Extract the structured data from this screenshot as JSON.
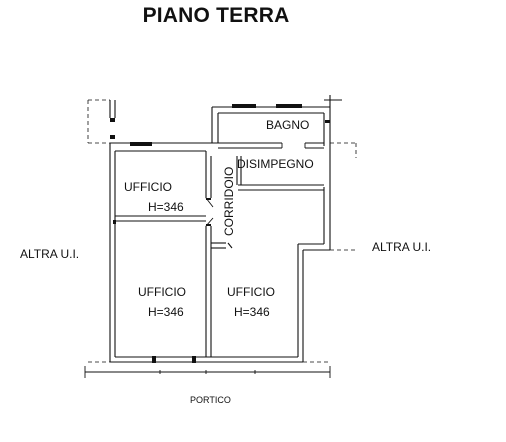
{
  "plan": {
    "title": "PIANO TERRA",
    "rooms": [
      {
        "id": "bagno",
        "label": "BAGNO"
      },
      {
        "id": "disimpegno",
        "label": "DISIMPEGNO"
      },
      {
        "id": "corridoio",
        "label": "CORRIDOIO"
      },
      {
        "id": "ufficio-1",
        "label": "UFFICIO",
        "height": "H=346"
      },
      {
        "id": "ufficio-2",
        "label": "UFFICIO",
        "height": "H=346"
      },
      {
        "id": "ufficio-3",
        "label": "UFFICIO",
        "height": "H=346"
      }
    ],
    "neighbours": {
      "left": "ALTRA U.I.",
      "right": "ALTRA U.I."
    },
    "porch": "PORTICO",
    "colors": {
      "wall": "#111111",
      "background": "#ffffff"
    }
  }
}
